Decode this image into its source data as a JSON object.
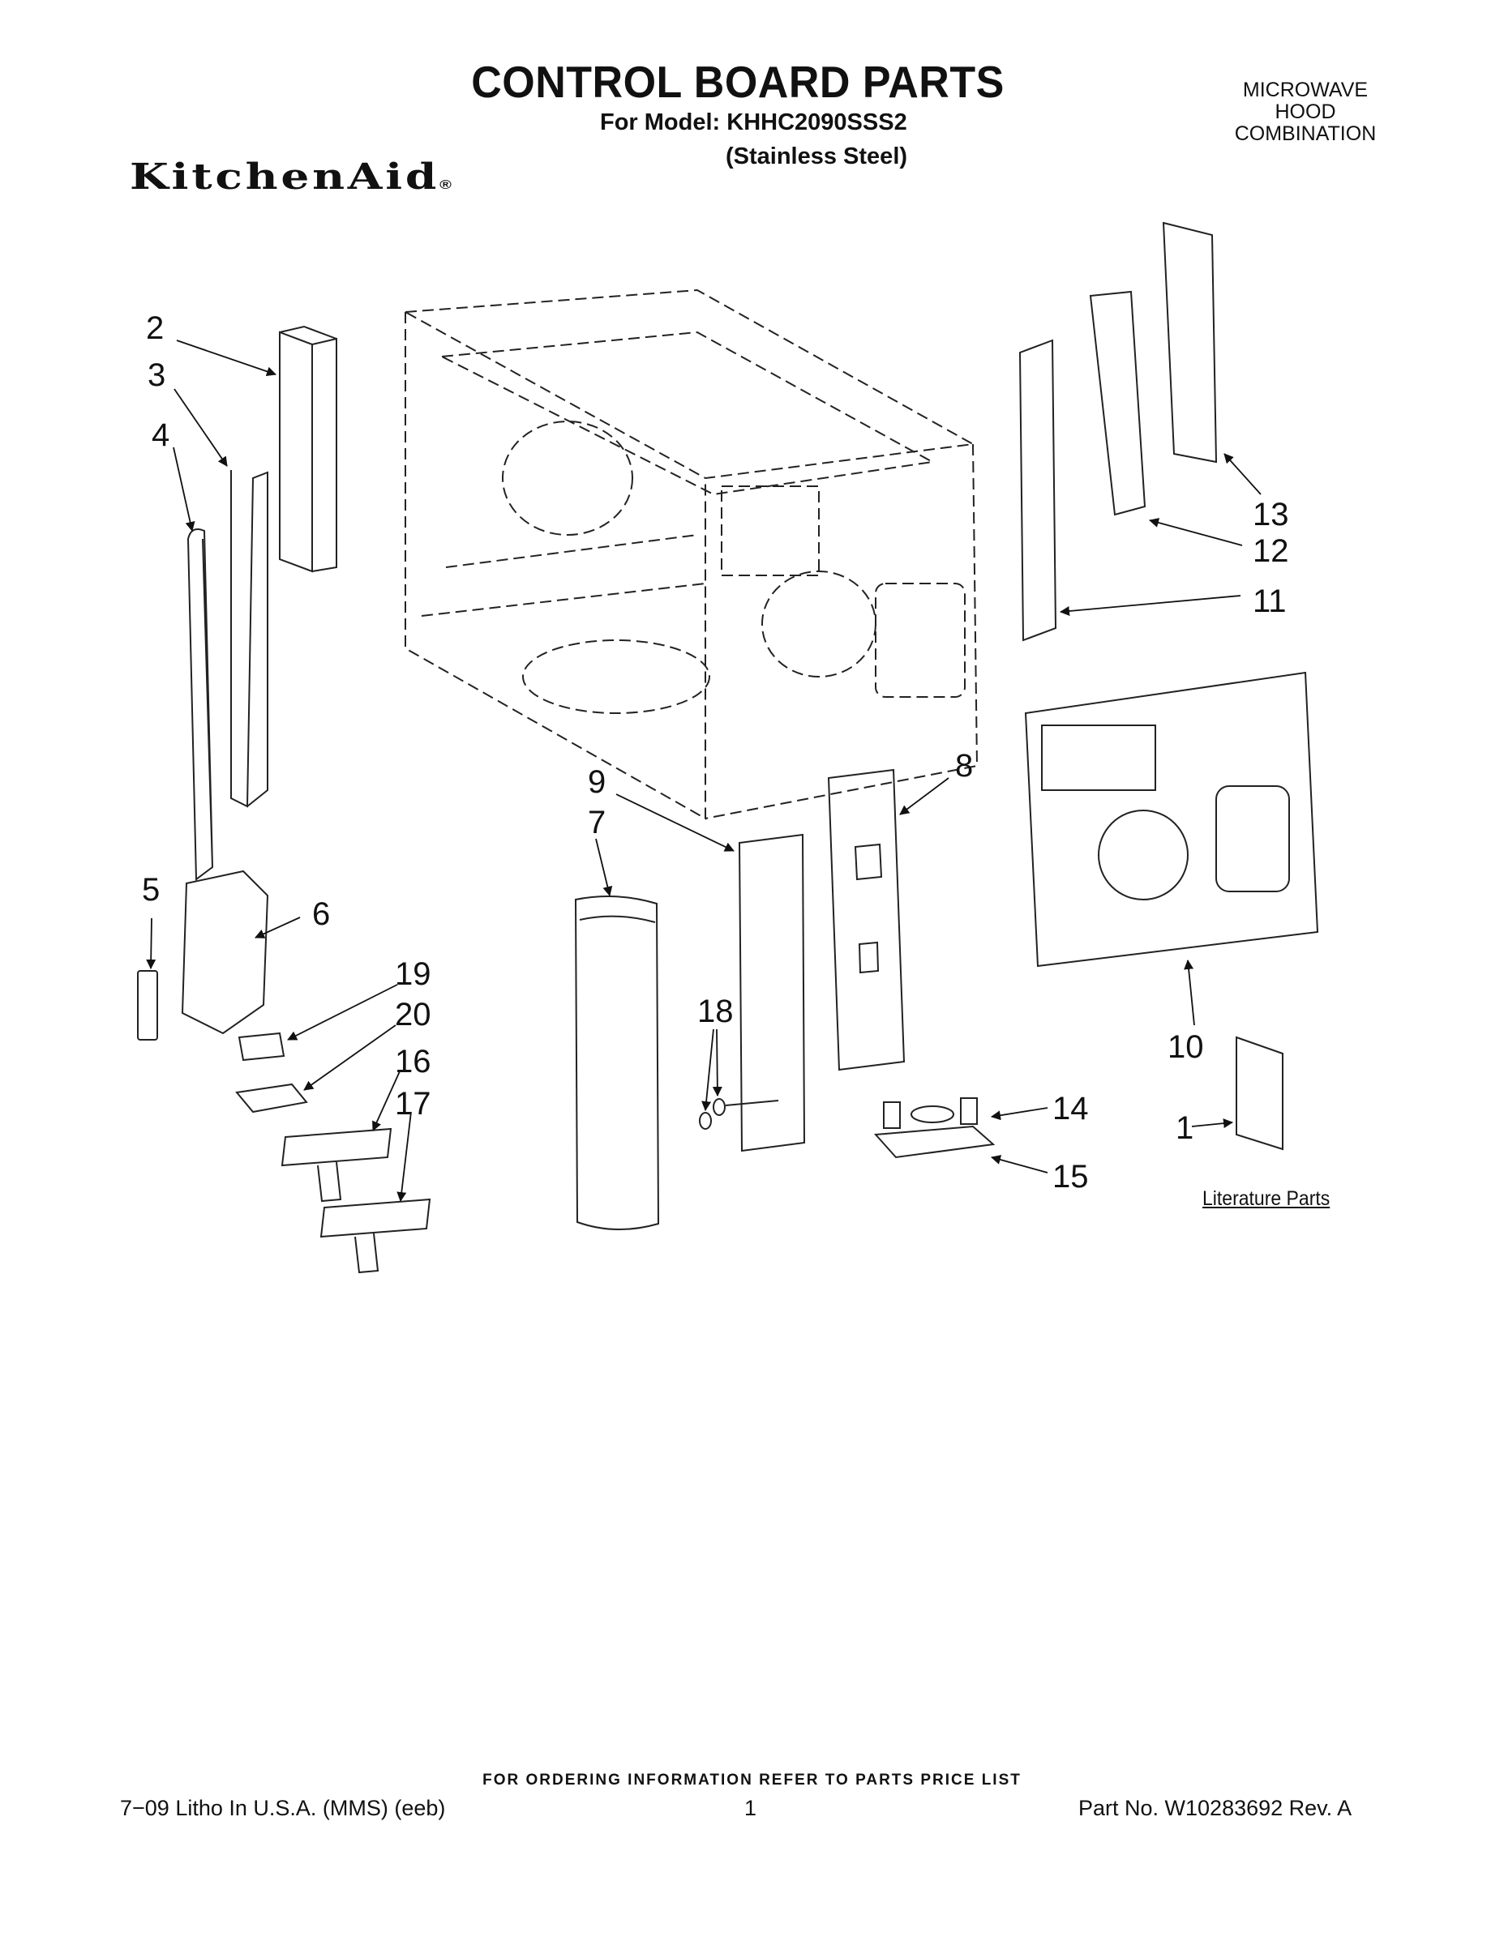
{
  "header": {
    "title": "CONTROL BOARD PARTS",
    "model_line": "For Model: KHHC2090SSS2",
    "variant": "(Stainless Steel)",
    "product_type": [
      "MICROWAVE",
      "HOOD",
      "COMBINATION"
    ],
    "brand": "KitchenAid"
  },
  "diagram": {
    "callouts": [
      "1",
      "2",
      "3",
      "4",
      "5",
      "6",
      "7",
      "8",
      "9",
      "10",
      "11",
      "12",
      "13",
      "14",
      "15",
      "16",
      "17",
      "18",
      "19",
      "20"
    ],
    "literature_label": "Literature Parts"
  },
  "footer": {
    "ordering_note": "FOR ORDERING INFORMATION REFER TO PARTS PRICE LIST",
    "litho": "7−09 Litho In U.S.A. (MMS) (eeb)",
    "page_number": "1",
    "part_number": "Part No. W10283692 Rev. A"
  }
}
